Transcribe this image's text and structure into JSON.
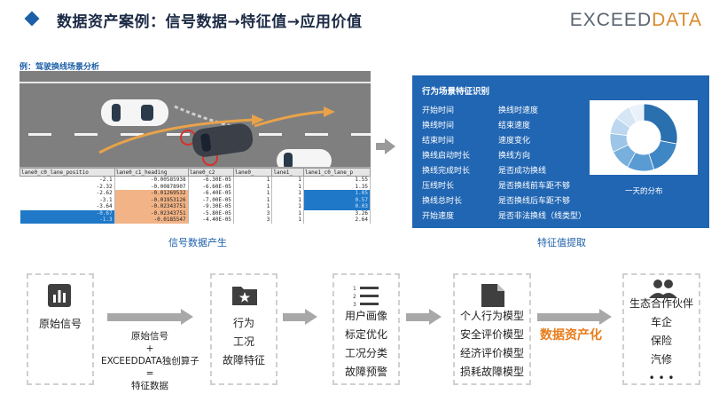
{
  "header": {
    "title": "数据资产案例：信号数据→特征值→应用价值",
    "logo_main": "EXCEED",
    "logo_accent": "DATA"
  },
  "example_label": "例：驾驶换线场景分析",
  "signal_table": {
    "headers": [
      "lane0_c0_lane_positio",
      "lane0_c1_heading",
      "lane0_c2",
      "lane0_",
      "lane1_",
      "lane1_c0_lane_p"
    ],
    "rows": [
      [
        "-2.1",
        "-0.00585938",
        "-6.30E-05",
        "1",
        "1",
        "1.55"
      ],
      [
        "-2.32",
        "-0.00878907",
        "-6.60E-05",
        "1",
        "1",
        "1.35"
      ],
      [
        "-2.62",
        "-0.01269532",
        "-6.40E-05",
        "1",
        "1",
        "1.05"
      ],
      [
        "-3.1",
        "-0.01953126",
        "-7.00E-05",
        "1",
        "1",
        "0.57"
      ],
      [
        "-3.64",
        "-0.02343751",
        "-9.30E-05",
        "1",
        "1",
        "0.03"
      ],
      [
        "-0.67",
        "-0.02343751",
        "-5.80E-05",
        "3",
        "1",
        "3.26"
      ],
      [
        "-1.3",
        "-0.0185547",
        "-4.40E-05",
        "3",
        "1",
        "2.64"
      ]
    ]
  },
  "captions": {
    "signal": "信号数据产生",
    "feature": "特征值提取"
  },
  "feature_panel": {
    "title": "行为场景特征识别",
    "col1": [
      "开始时间",
      "换线时间",
      "结束时间",
      "换线启动时长",
      "换线完成时长",
      "压线时长",
      "换线总时长",
      "开始速度"
    ],
    "col2": [
      "换线时速度",
      "结束速度",
      "速度变化",
      "换线方向",
      "是否成功换线",
      "是否换线前车距不够",
      "是否换线后车距不够",
      "是否非法换线（线类型）"
    ],
    "chart_caption": "一天的分布"
  },
  "flow": {
    "box1": {
      "label": "原始信号"
    },
    "note_lines": [
      "原始信号",
      "+",
      "EXCEEDDATA独创算子",
      "=",
      "特征数据"
    ],
    "box2": {
      "lines": [
        "行为",
        "工况",
        "故障特征"
      ]
    },
    "box3": {
      "lines": [
        "用户画像",
        "标定优化",
        "工况分类",
        "故障预警"
      ]
    },
    "box4": {
      "lines": [
        "个人行为模型",
        "安全评价模型",
        "经济评价模型",
        "损耗故障模型"
      ]
    },
    "monetize_label": "数据资产化",
    "box5": {
      "lines": [
        "生态合作伙伴",
        "车企",
        "保险",
        "汽修",
        "• • •"
      ]
    }
  },
  "colors": {
    "brand_blue": "#2166b3",
    "accent_orange": "#e87d1c",
    "arrow_gray": "#a8a8a8",
    "chart_blues": [
      "#2a6fae",
      "#3f86c4",
      "#5a9bd3",
      "#78b0dd",
      "#9cc5e8",
      "#bcd7ef",
      "#d6e6f5",
      "#e9f1fa"
    ]
  },
  "icons": [
    "bar-chart-icon",
    "star-folder-icon",
    "numbered-list-icon",
    "document-icon",
    "people-icon",
    "car-icon"
  ]
}
